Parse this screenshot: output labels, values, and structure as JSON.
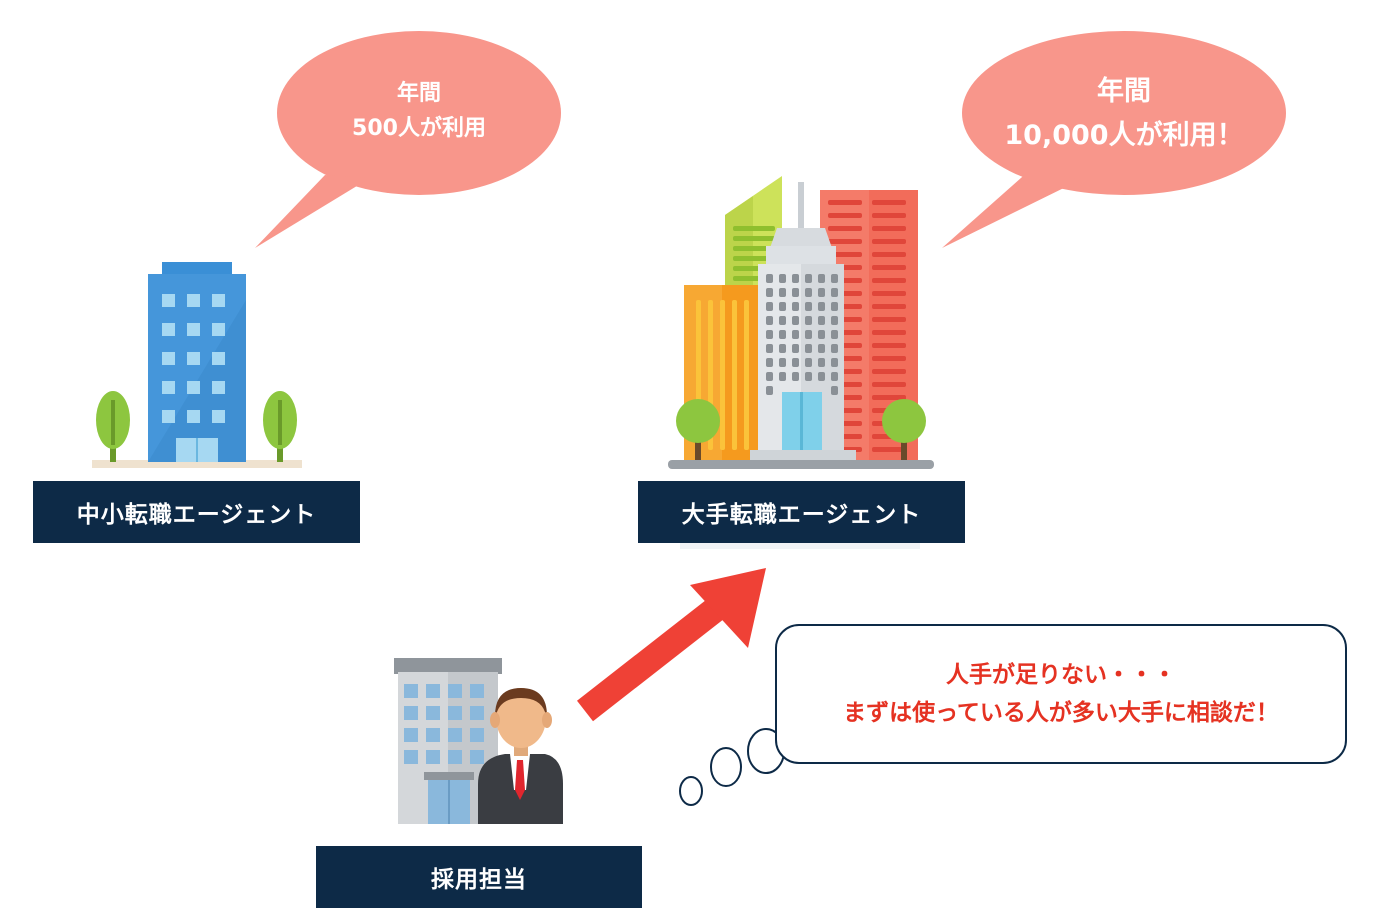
{
  "small_agent": {
    "label": "中小転職エージェント",
    "bubble_line1": "年間",
    "bubble_line2": "500人が利用"
  },
  "large_agent": {
    "label": "大手転職エージェント",
    "bubble_line1": "年間",
    "bubble_line2": "10,000人が利用！"
  },
  "recruiter": {
    "label": "採用担当",
    "thought_line1": "人手が足りない・・・",
    "thought_line2": "まずは使っている人が多い大手に相談だ！"
  },
  "colors": {
    "label_bg": "#0d2a47",
    "bubble": "#f8968b",
    "arrow": "#ef4136",
    "thought_text": "#e53222"
  },
  "icons": [
    "small-office-building-icon",
    "skyscrapers-icon",
    "businessman-icon",
    "tree-icon"
  ]
}
